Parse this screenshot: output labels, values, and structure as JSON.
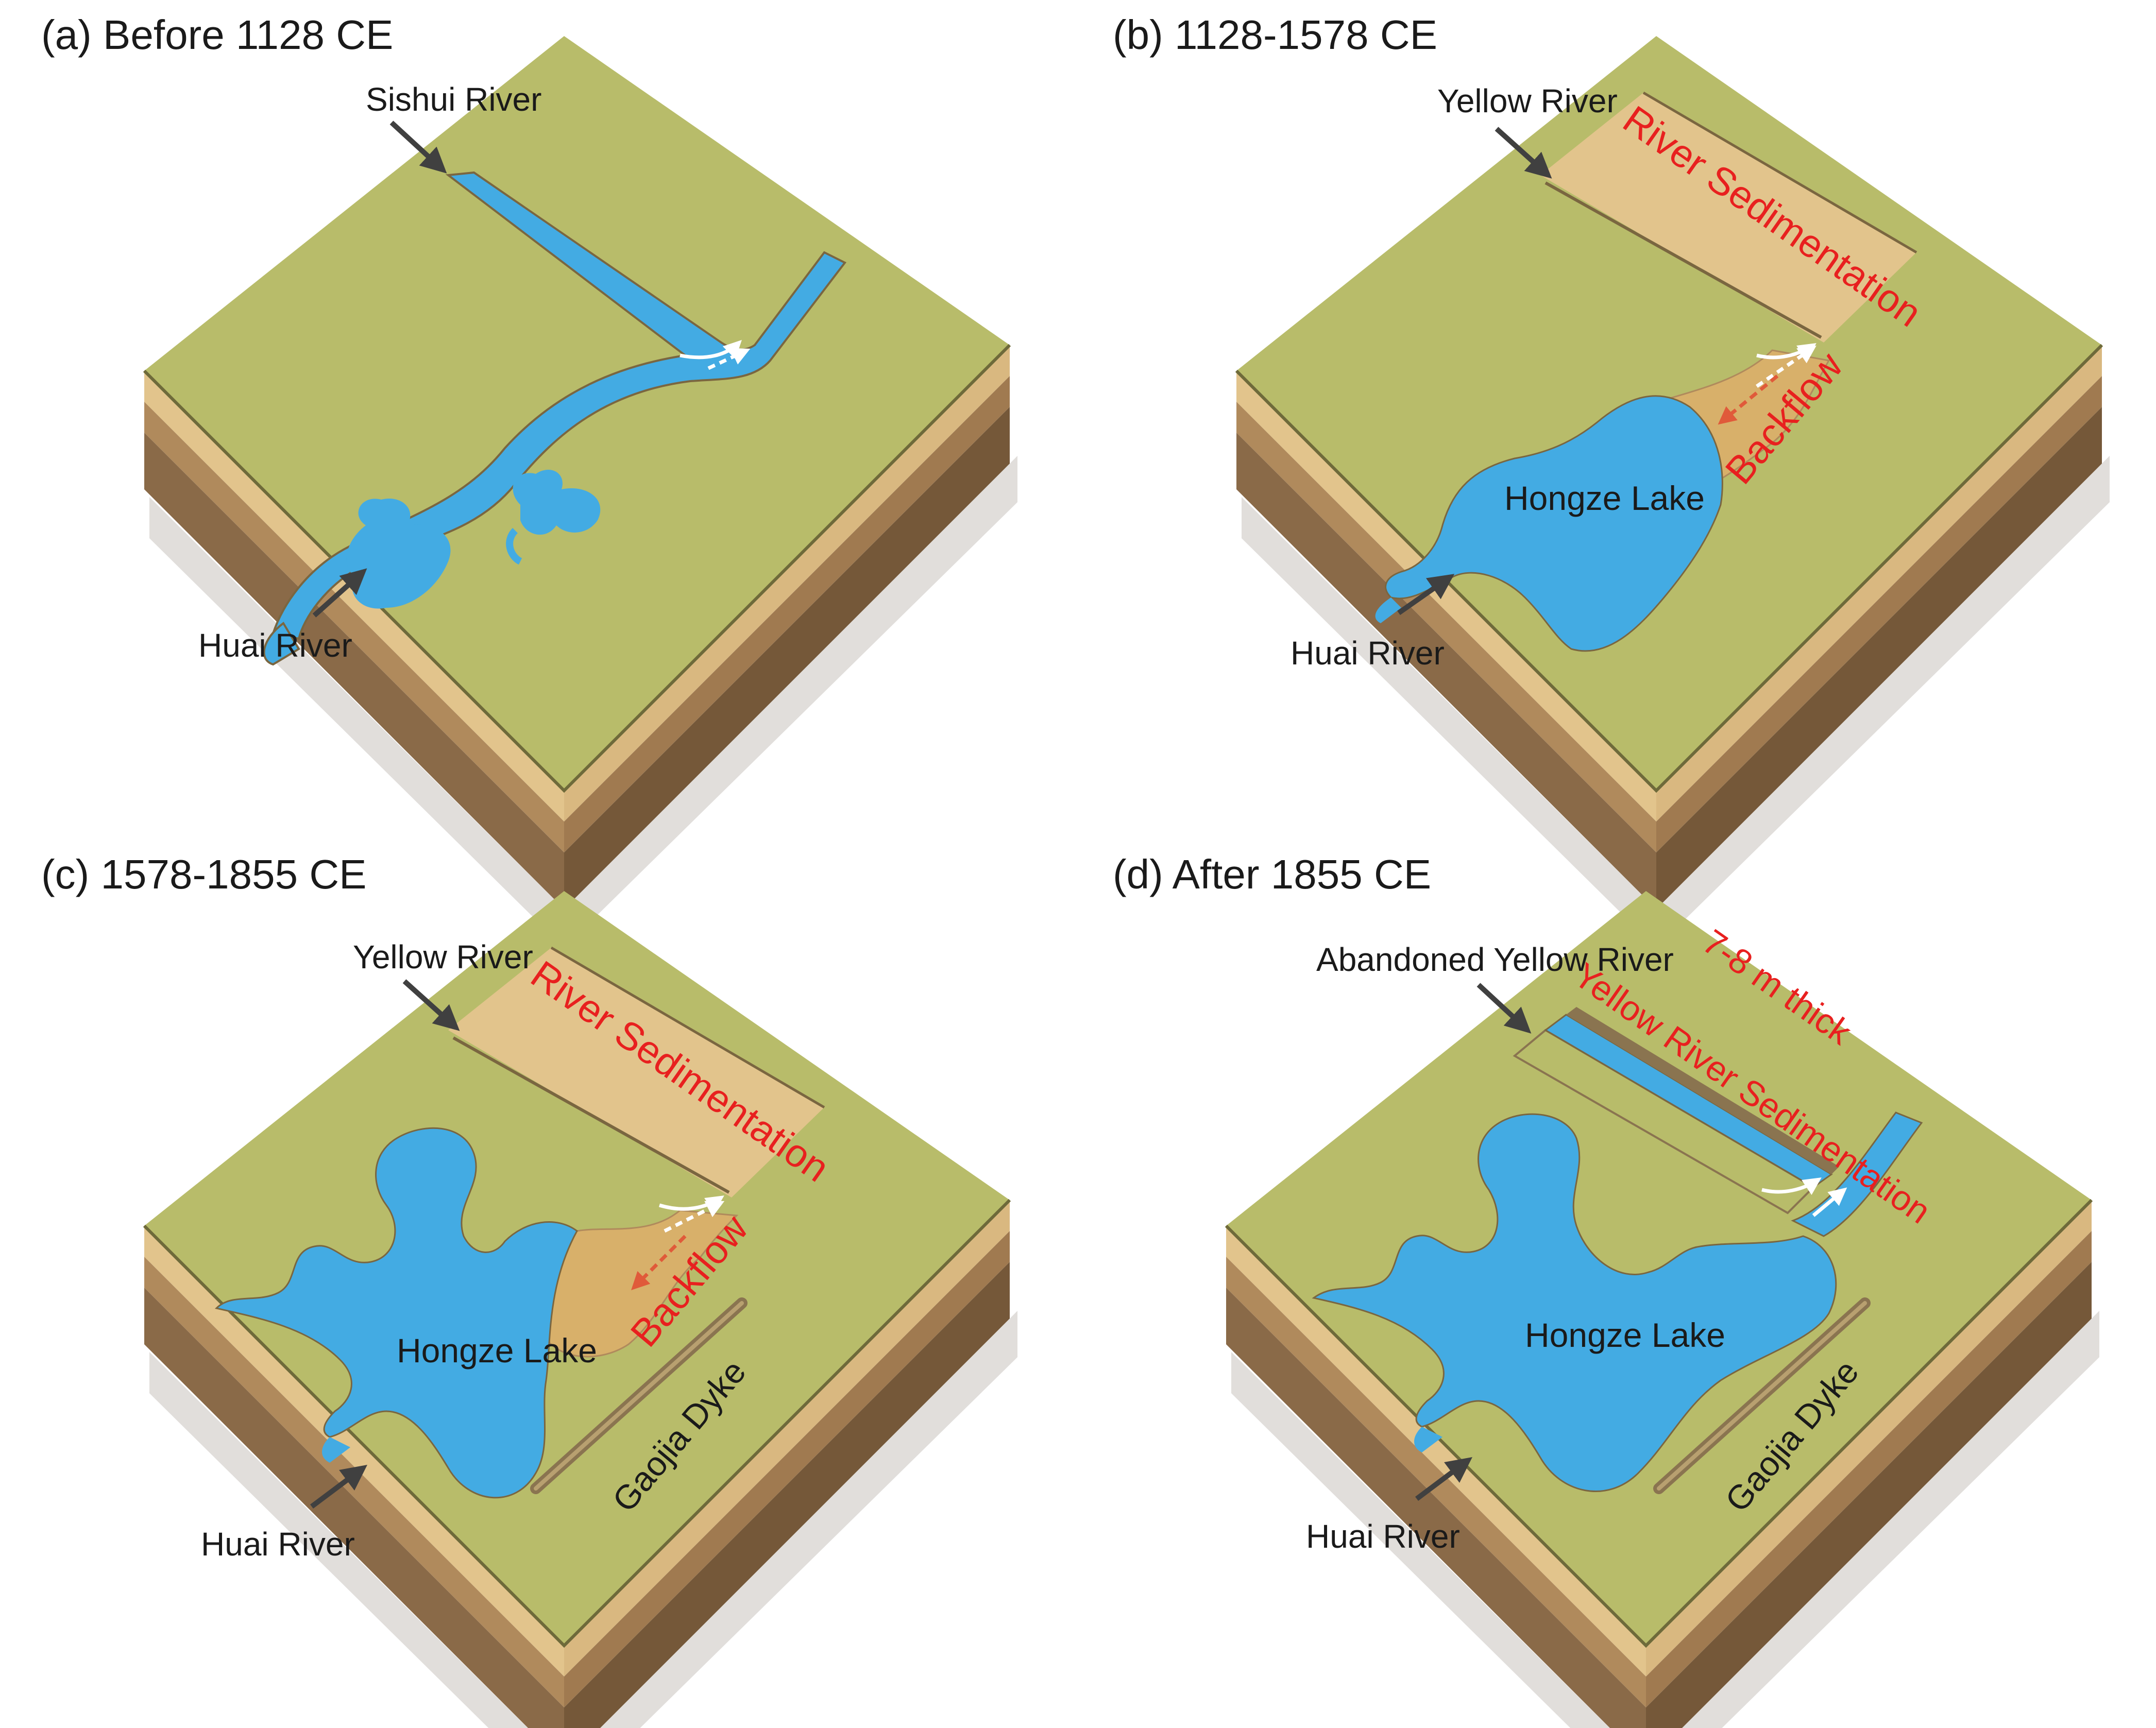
{
  "colors": {
    "land": "#b8bc6a",
    "water": "#43abe3",
    "sediment_band": "#e2c48c",
    "backflow_fan": "#d8b06a",
    "layer_light": "#e2c48c",
    "layer_mid": "#b08a5c",
    "layer_dark": "#7a5c3c",
    "label_red": "#e8201f",
    "arrow_dark": "#404040"
  },
  "panels": [
    {
      "id": "a",
      "title": "(a) Before 1128 CE",
      "labels": {
        "upstream_river": "Sishui River",
        "huai": "Huai River"
      }
    },
    {
      "id": "b",
      "title": "(b) 1128-1578 CE",
      "labels": {
        "upstream_river": "Yellow River",
        "sedimentation": "River Sedimentation",
        "backflow": "Backflow",
        "lake": "Hongze Lake",
        "huai": "Huai River"
      }
    },
    {
      "id": "c",
      "title": "(c) 1578-1855 CE",
      "labels": {
        "upstream_river": "Yellow River",
        "sedimentation": "River Sedimentation",
        "backflow": "Backflow",
        "lake": "Hongze Lake",
        "dyke": "Gaojia Dyke",
        "huai": "Huai River"
      }
    },
    {
      "id": "d",
      "title": "(d) After 1855 CE",
      "labels": {
        "upstream_river": "Abandoned Yellow River",
        "thickness": "7-8 m thick",
        "sedimentation": "Yellow River Sedimentation",
        "lake": "Hongze Lake",
        "dyke": "Gaojia Dyke",
        "huai": "Huai River"
      }
    }
  ]
}
